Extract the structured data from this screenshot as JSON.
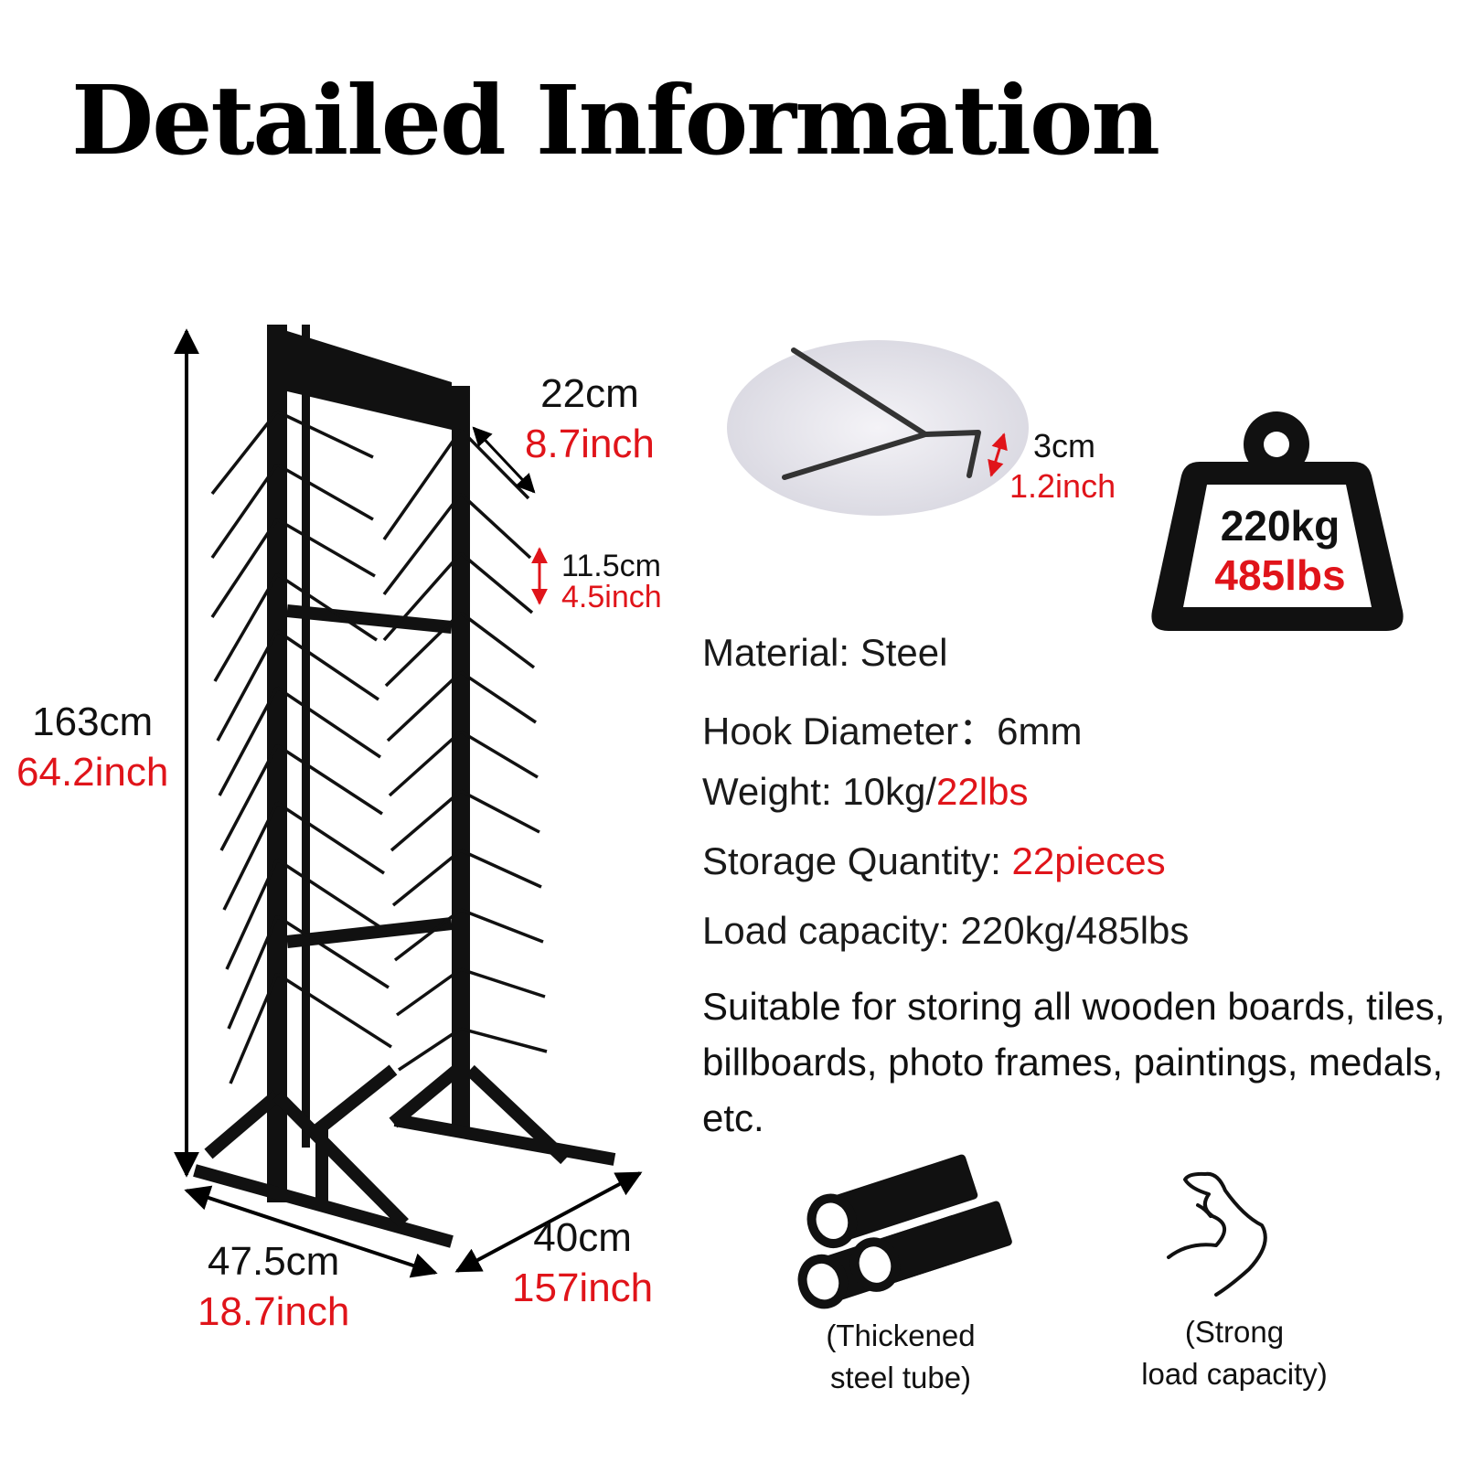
{
  "title": "Detailed Information",
  "dimensions": {
    "height": {
      "metric": "163cm",
      "imperial": "64.2inch"
    },
    "hook_length": {
      "metric": "22cm",
      "imperial": "8.7inch"
    },
    "hook_spacing": {
      "metric": "11.5cm",
      "imperial": "4.5inch"
    },
    "hook_tip": {
      "metric": "3cm",
      "imperial": "1.2inch"
    },
    "width": {
      "metric": "47.5cm",
      "imperial": "18.7inch"
    },
    "depth": {
      "metric": "40cm",
      "imperial": "157inch"
    }
  },
  "load_badge": {
    "metric": "220kg",
    "imperial": "485lbs"
  },
  "specs": {
    "material": "Material: Steel",
    "hook_diameter": "Hook Diameter：6mm",
    "weight_label": "Weight: 10kg/",
    "weight_value": "22lbs",
    "quantity_label": "Storage Quantity: ",
    "quantity_value": "22pieces",
    "load_capacity": "Load capacity: 220kg/485lbs",
    "suitable_for": "Suitable for storing all wooden boards, tiles, billboards, photo frames, paintings, medals, etc."
  },
  "features": [
    {
      "icon": "steel-tubes-icon",
      "line1": "(Thickened",
      "line2": "steel tube)"
    },
    {
      "icon": "flexed-arm-icon",
      "line1": "(Strong",
      "line2": "load capacity)"
    }
  ],
  "colors": {
    "accent": "#e0141a",
    "text": "#111111"
  }
}
